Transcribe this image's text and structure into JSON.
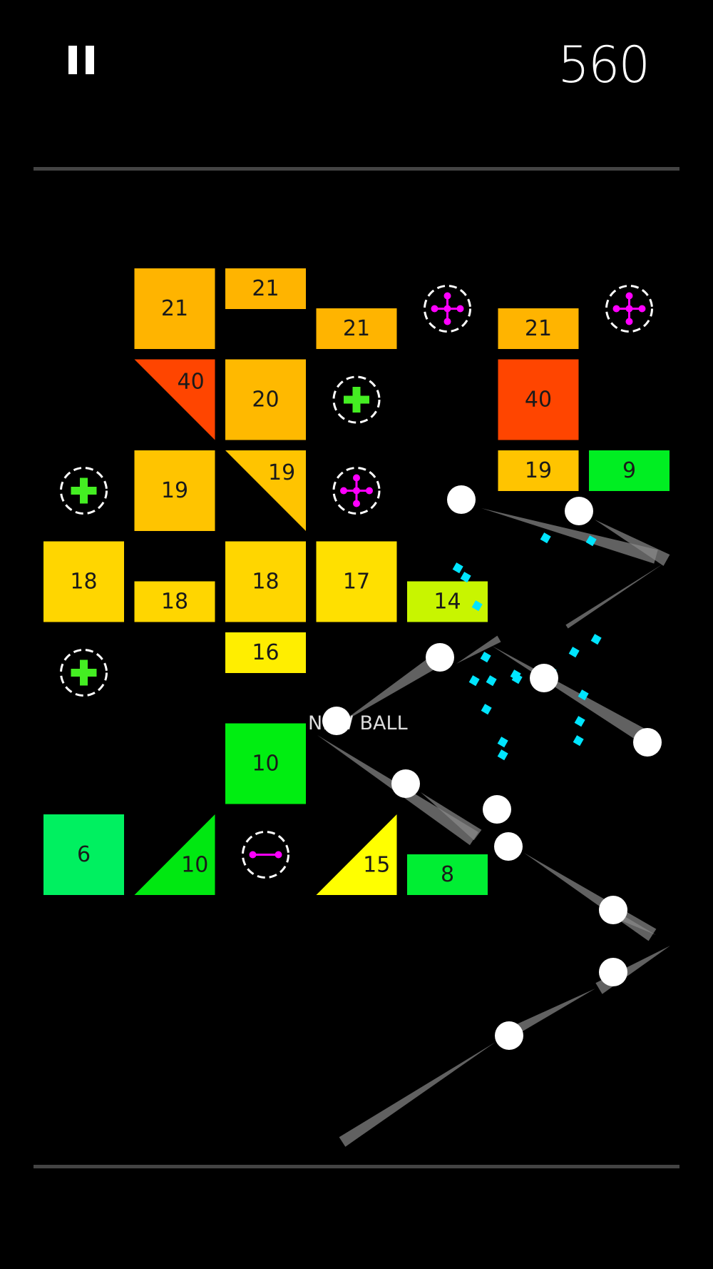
{
  "hud": {
    "score": "560",
    "pause_icon": "pause-icon"
  },
  "message": "NEW BALL",
  "colors": {
    "background": "#000000",
    "divider": "#444444",
    "ball": "#ffffff",
    "particle": "#00e5ff"
  },
  "bricks": [
    {
      "shape": "square",
      "cell": [
        1,
        0
      ],
      "size": "full",
      "value": "21",
      "color": "#ffb400"
    },
    {
      "shape": "square",
      "cell": [
        2,
        0
      ],
      "size": "half-top",
      "value": "21",
      "color": "#ffb400"
    },
    {
      "shape": "square",
      "cell": [
        3,
        0
      ],
      "size": "half-bottom",
      "value": "21",
      "color": "#ffb400"
    },
    {
      "shape": "square",
      "cell": [
        5,
        0
      ],
      "size": "half-bottom",
      "value": "21",
      "color": "#ffb400"
    },
    {
      "shape": "triangle-tr",
      "cell": [
        1,
        1
      ],
      "value": "40",
      "color": "#ff4500"
    },
    {
      "shape": "square",
      "cell": [
        2,
        1
      ],
      "size": "full",
      "value": "20",
      "color": "#ffb900"
    },
    {
      "shape": "square",
      "cell": [
        5,
        1
      ],
      "size": "full",
      "value": "40",
      "color": "#ff4500"
    },
    {
      "shape": "square",
      "cell": [
        1,
        2
      ],
      "size": "full",
      "value": "19",
      "color": "#ffc400"
    },
    {
      "shape": "triangle-tr",
      "cell": [
        2,
        2
      ],
      "value": "19",
      "color": "#ffc400"
    },
    {
      "shape": "square",
      "cell": [
        5,
        2
      ],
      "size": "half-top",
      "value": "19",
      "color": "#ffc400"
    },
    {
      "shape": "square",
      "cell": [
        6,
        2
      ],
      "size": "half-top",
      "value": "9",
      "color": "#00ee22"
    },
    {
      "shape": "square",
      "cell": [
        0,
        3
      ],
      "size": "full",
      "value": "18",
      "color": "#ffd600"
    },
    {
      "shape": "square",
      "cell": [
        1,
        3
      ],
      "size": "half-bottom",
      "value": "18",
      "color": "#ffd600"
    },
    {
      "shape": "square",
      "cell": [
        2,
        3
      ],
      "size": "full",
      "value": "18",
      "color": "#ffd600"
    },
    {
      "shape": "square",
      "cell": [
        3,
        3
      ],
      "size": "full",
      "value": "17",
      "color": "#ffe000"
    },
    {
      "shape": "square",
      "cell": [
        4,
        3
      ],
      "size": "half-bottom",
      "value": "14",
      "color": "#c8f500"
    },
    {
      "shape": "square",
      "cell": [
        2,
        4
      ],
      "size": "half-top",
      "value": "16",
      "color": "#ffee00"
    },
    {
      "shape": "square",
      "cell": [
        2,
        5
      ],
      "size": "full",
      "value": "10",
      "color": "#00ee11"
    },
    {
      "shape": "square",
      "cell": [
        0,
        6
      ],
      "size": "full",
      "value": "6",
      "color": "#00f060"
    },
    {
      "shape": "triangle-br",
      "cell": [
        1,
        6
      ],
      "value": "10",
      "color": "#00e811"
    },
    {
      "shape": "triangle-br",
      "cell": [
        3,
        6
      ],
      "value": "15",
      "color": "#ffff00"
    },
    {
      "shape": "square",
      "cell": [
        4,
        6
      ],
      "size": "half-bottom",
      "value": "8",
      "color": "#00ee33"
    }
  ],
  "powerups": [
    {
      "type": "split",
      "cell": [
        4,
        0
      ],
      "icon": "split-icon",
      "color": "#ff00ff"
    },
    {
      "type": "split",
      "cell": [
        6,
        0
      ],
      "icon": "split-icon",
      "color": "#ff00ff"
    },
    {
      "type": "add-ball",
      "cell": [
        3,
        1
      ],
      "icon": "plus-icon",
      "color": "#44ee22"
    },
    {
      "type": "add-ball",
      "cell": [
        0,
        2
      ],
      "icon": "plus-icon",
      "color": "#44ee22"
    },
    {
      "type": "split",
      "cell": [
        3,
        2
      ],
      "icon": "split-icon",
      "color": "#ff00ff"
    },
    {
      "type": "add-ball",
      "cell": [
        0,
        4
      ],
      "icon": "plus-icon",
      "color": "#44ee22"
    },
    {
      "type": "horizontal-laser",
      "cell": [
        2,
        6
      ],
      "icon": "horizontal-laser-icon",
      "color": "#ff00ff"
    }
  ]
}
